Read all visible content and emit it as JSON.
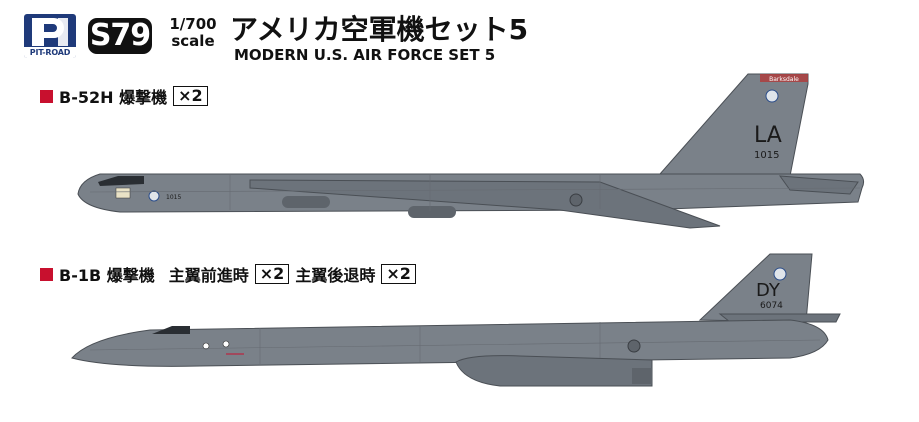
{
  "brand": {
    "logo_text": "PIT-ROAD"
  },
  "product": {
    "code": "S79",
    "scale_number": "1/700",
    "scale_word": "scale",
    "title_jp": "アメリカ空軍機セット5",
    "title_en": "MODERN U.S. AIR FORCE SET 5"
  },
  "kits": [
    {
      "label": "B-52H 爆撃機",
      "quantity": "×2",
      "tail_code": "LA",
      "tail_number": "1015",
      "nose_number": "1015",
      "fin_text": "Barksdale"
    },
    {
      "label": "B-1B 爆撃機",
      "variant1": "主翼前進時",
      "quantity1": "×2",
      "variant2": "主翼後退時",
      "quantity2": "×2",
      "tail_code": "DY",
      "tail_number": "6074"
    }
  ],
  "colors": {
    "aircraft_gray": "#7a8189",
    "aircraft_dark": "#5e646b",
    "bullet_red": "#c8102e",
    "logo_blue": "#1f3a7a"
  }
}
